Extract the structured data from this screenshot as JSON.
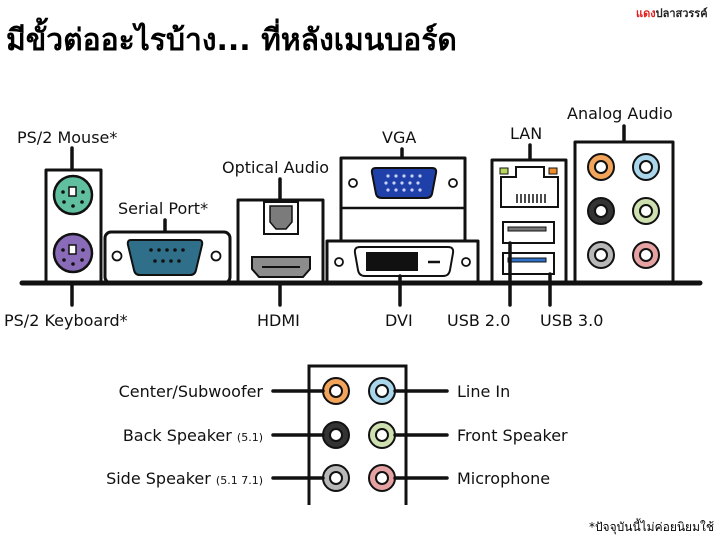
{
  "title": "มีขั้วต่ออะไรบ้าง... ที่หลังเมนบอร์ด",
  "brand": {
    "part1": "แดง",
    "part2": "ปลาสวรรค์"
  },
  "ports": {
    "ps2_mouse": "PS/2 Mouse*",
    "ps2_keyboard": "PS/2 Keyboard*",
    "serial": "Serial Port*",
    "optical": "Optical Audio",
    "hdmi": "HDMI",
    "vga": "VGA",
    "dvi": "DVI",
    "lan": "LAN",
    "usb2": "USB 2.0",
    "usb3": "USB 3.0",
    "analog_audio": "Analog Audio"
  },
  "audio_legend": {
    "left": [
      {
        "label": "Center/Subwoofer",
        "note": ""
      },
      {
        "label": "Back Speaker",
        "note": "(5.1)"
      },
      {
        "label": "Side Speaker",
        "note": "(5.1 7.1)"
      }
    ],
    "right": [
      "Line In",
      "Front Speaker",
      "Microphone"
    ]
  },
  "footnote": "*ปัจจุบันนี้ไม่ค่อยนิยมใช้",
  "colors": {
    "ps2_mouse": "#5fbf9f",
    "ps2_keyboard": "#8a6bb8",
    "serial": "#2f6f8a",
    "vga": "#1f40a8",
    "usb3": "#2f6fc8",
    "jack_orange": "#f2a55a",
    "jack_blue": "#a9d6ea",
    "jack_black": "#333333",
    "jack_green": "#cfe0b0",
    "jack_gray": "#b8b8b8",
    "jack_pink": "#e6a2a2",
    "brand_red": "#e02020"
  }
}
